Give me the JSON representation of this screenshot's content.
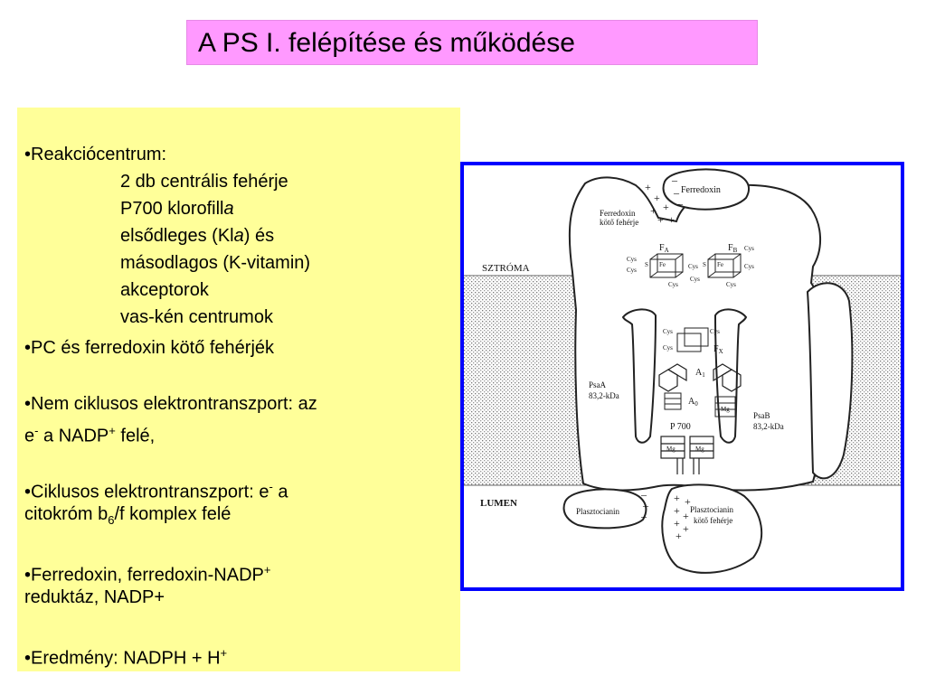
{
  "title": "A PS I. felépítése és működése",
  "text_panel": {
    "reakcio_bullet": "•Reakciócentrum:",
    "reakcio_items": [
      "2 db centrális fehérje",
      "P700 klorofill",
      "elsődleges (Kl",
      "másodlagos (K-vitamin)",
      "akceptorok",
      "vas-kén centrumok"
    ],
    "klorofill_a": "a",
    "kla_a": "a",
    "kla_tail": ") és",
    "pc_bullet": "•PC és ferredoxin kötő fehérjék",
    "nemciklusos_line1": "•Nem ciklusos elektrontranszport: az",
    "nemciklusos_line2_a": "e",
    "nemciklusos_line2_sup1": "-",
    "nemciklusos_line2_b": " a NADP",
    "nemciklusos_line2_sup2": "+",
    "nemciklusos_line2_c": " felé,",
    "ciklusos_line1_a": "•Ciklusos elektrontranszport: e",
    "ciklusos_line1_sup": "-",
    "ciklusos_line1_b": " a",
    "ciklusos_line2_a": "citokróm b",
    "ciklusos_line2_sub": "6",
    "ciklusos_line2_b": "/f komplex felé",
    "ferredoxin_line1_a": "•Ferredoxin, ferredoxin-NADP",
    "ferredoxin_line1_sup": "+",
    "ferredoxin_line2": "reduktáz, NADP+",
    "eredmeny_a": "•Eredmény: NADPH + H",
    "eredmeny_sup": "+"
  },
  "diagram": {
    "ferredoxin": "Ferredoxin",
    "ferredoxin_binding_1": "Ferredoxin",
    "ferredoxin_binding_2": "kötő fehérje",
    "stroma": "SZTRÓMA",
    "lumen": "LUMEN",
    "fa": "F",
    "fa_sub": "A",
    "fb": "F",
    "fb_sub": "B",
    "fx": "F",
    "fx_sub": "X",
    "a1": "A",
    "a1_sub": "1",
    "a0": "A",
    "a0_sub": "0",
    "p700": "P 700",
    "psaa_1": "PsaA",
    "psaa_2": "83,2-kDa",
    "psab_1": "PsaB",
    "psab_2": "83,2-kDa",
    "plasztocianin": "Plasztocianin",
    "plasztocianin_binding_1": "Plasztocianin",
    "plasztocianin_binding_2": "kötő fehérje",
    "cys": "Cys",
    "fe": "Fe",
    "s": "S",
    "mg": "Mg",
    "plus": "+",
    "minus": "–"
  }
}
